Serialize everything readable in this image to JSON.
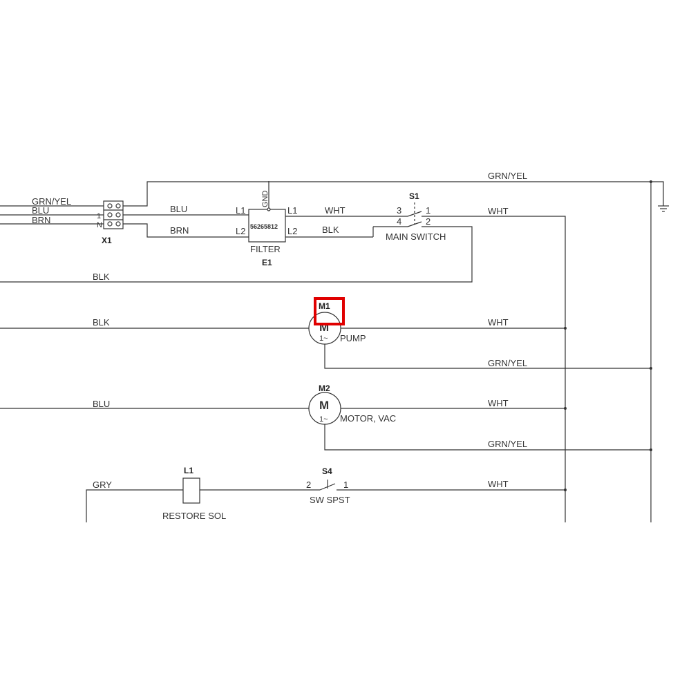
{
  "colors": {
    "wire": "#333333",
    "highlight": "#e00000",
    "background": "#ffffff"
  },
  "wires": {
    "grn_yel": "GRN/YEL",
    "blu": "BLU",
    "brn": "BRN",
    "blk": "BLK",
    "wht": "WHT",
    "gry": "GRY"
  },
  "terminal_block": {
    "id": "X1",
    "pins": [
      "1",
      "N"
    ]
  },
  "filter": {
    "id": "E1",
    "name": "FILTER",
    "part_number": "56265812",
    "gnd": "GND",
    "l1": "L1",
    "l2": "L2"
  },
  "main_switch": {
    "id": "S1",
    "name": "MAIN SWITCH",
    "pins": [
      "3",
      "1",
      "4",
      "2"
    ]
  },
  "pump": {
    "id": "M1",
    "symbol": "M",
    "phase": "1~",
    "name": "PUMP"
  },
  "vac_motor": {
    "id": "M2",
    "symbol": "M",
    "phase": "1~",
    "name": "MOTOR, VAC"
  },
  "solenoid": {
    "id": "L1",
    "name": "RESTORE SOL"
  },
  "spst_switch": {
    "id": "S4",
    "name": "SW SPST",
    "pins": [
      "2",
      "1"
    ]
  },
  "highlight": {
    "target": "M1"
  }
}
